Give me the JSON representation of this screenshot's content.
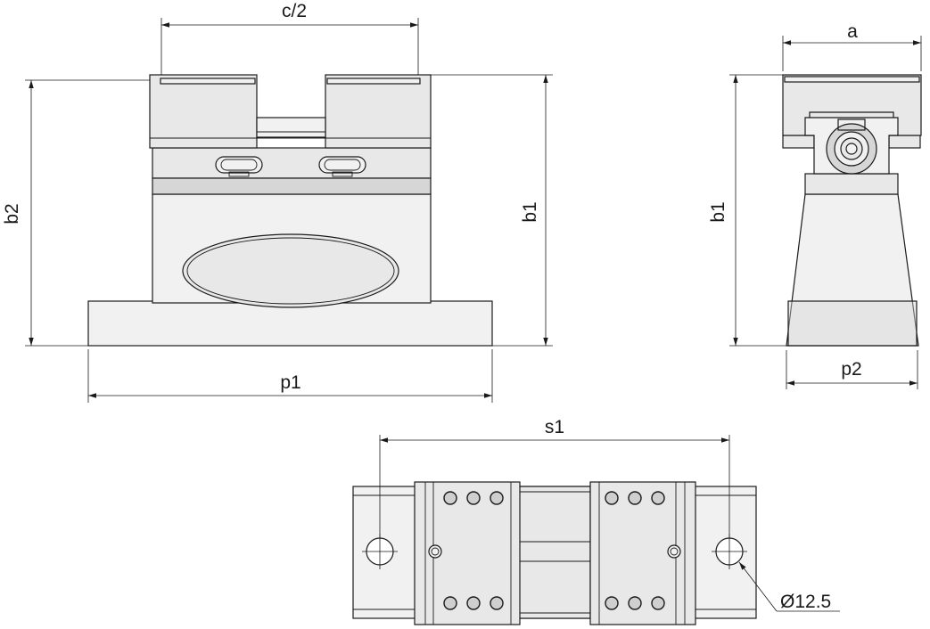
{
  "labels": {
    "c_half": "c/2",
    "b2": "b2",
    "b1_front": "b1",
    "p1": "p1",
    "a": "a",
    "b1_side": "b1",
    "p2": "p2",
    "s1": "s1",
    "hole_diameter": "Ø12.5"
  }
}
